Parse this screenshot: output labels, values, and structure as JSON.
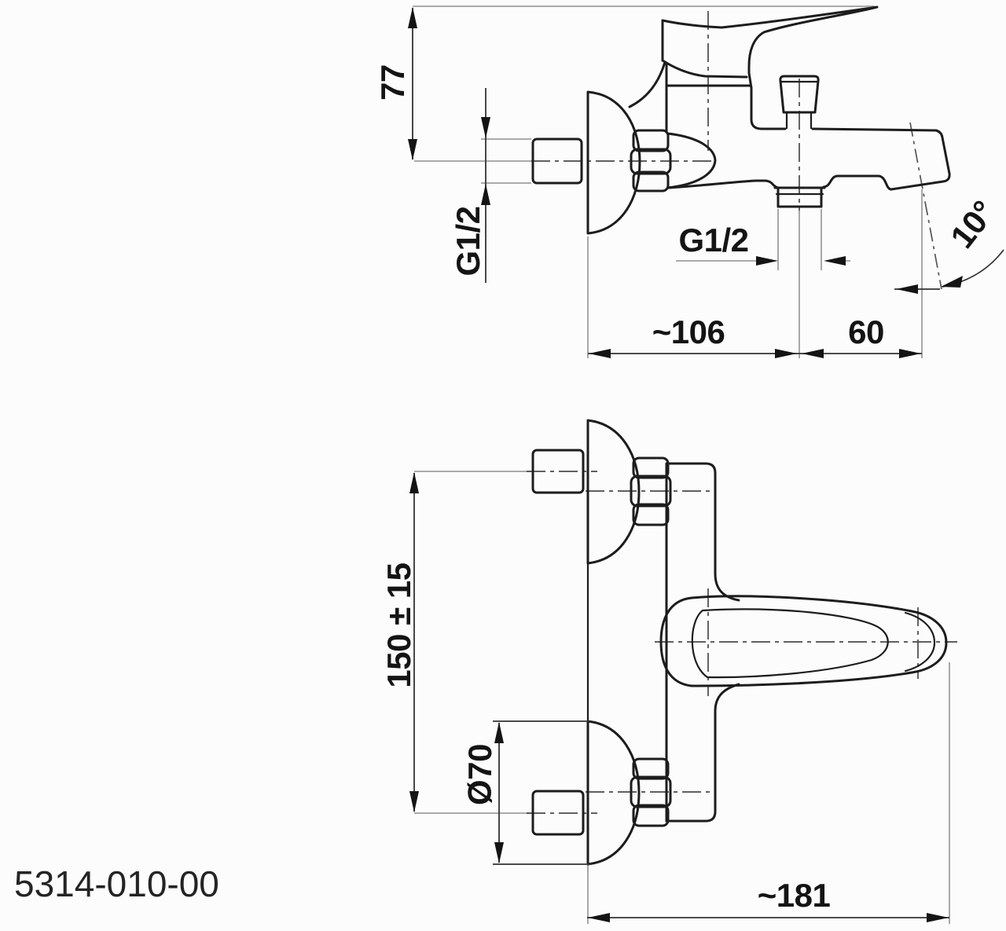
{
  "drawing": {
    "product_code": "5314-010-00",
    "colors": {
      "background": "#fcfcfc",
      "object_line": "#1d1d1d",
      "dimension_line": "#333333",
      "extension_line": "#9e9e9e",
      "label_text": "#141414"
    },
    "views": {
      "side_view": {
        "dimensions": {
          "handle_height": "77",
          "inlet_thread": "G1/2",
          "shower_outlet_thread": "G1/2",
          "wall_to_shower_outlet": "~106",
          "shower_outlet_to_spout": "60",
          "spout_angle": "10°"
        }
      },
      "front_view": {
        "dimensions": {
          "inlet_spacing": "150 ± 15",
          "flange_diameter": "Ø70",
          "overall_width": "~181"
        }
      }
    }
  }
}
